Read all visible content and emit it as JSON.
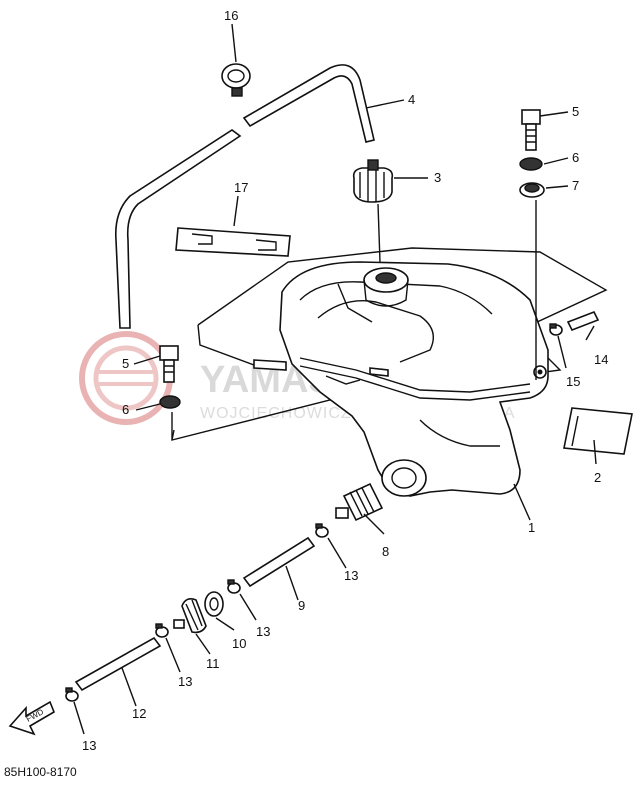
{
  "diagram": {
    "code": "85H100-8170",
    "fwd_label": "FWD",
    "watermark": {
      "brand": "YAMASKLEP.PL",
      "subtitle": "WOJCIECHOWICZ I DEALER YAMAHA"
    },
    "callouts": [
      "1",
      "2",
      "3",
      "4",
      "5",
      "6",
      "7",
      "8",
      "9",
      "10",
      "11",
      "12",
      "13",
      "14",
      "15",
      "16",
      "17"
    ],
    "callouts_repeat": {
      "5": "5",
      "6": "6",
      "13": "13"
    },
    "colors": {
      "line": "#111111",
      "watermark_logo": "#e9b3b3",
      "watermark_text": "#d9d9d9"
    }
  }
}
